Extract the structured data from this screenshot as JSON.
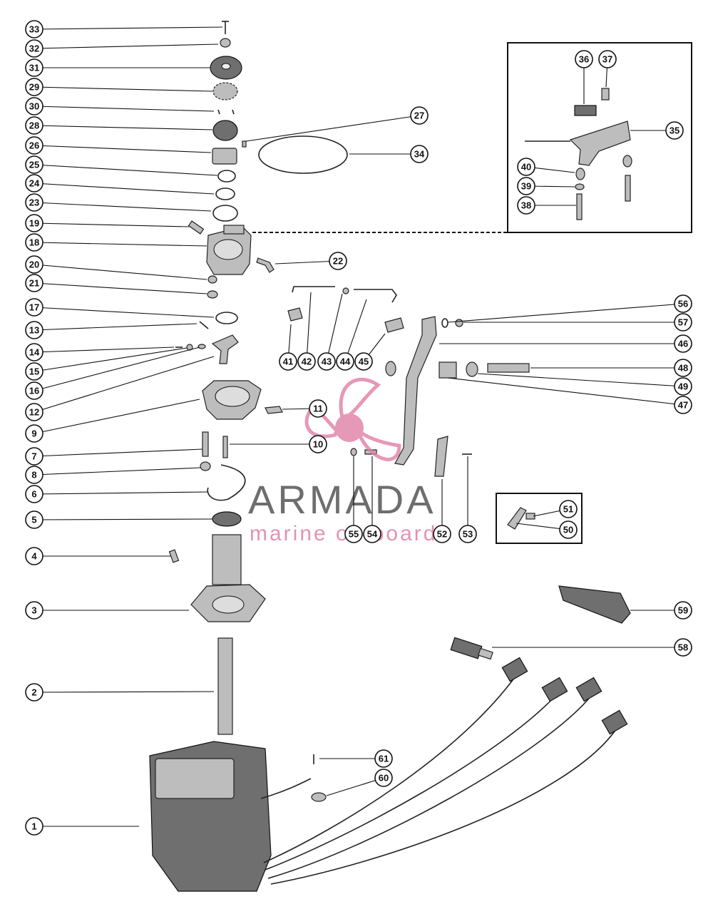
{
  "watermark": {
    "title": "ARMADA",
    "subtitle": "marine outboards",
    "accent_color": "#e07fa6",
    "text_color": "#555555",
    "icon": "propeller-logo-icon"
  },
  "callouts": [
    "33",
    "32",
    "31",
    "29",
    "30",
    "28",
    "26",
    "25",
    "24",
    "23",
    "19",
    "18",
    "20",
    "21",
    "17",
    "13",
    "14",
    "15",
    "16",
    "12",
    "9",
    "7",
    "8",
    "6",
    "5",
    "4",
    "3",
    "2",
    "1",
    "27",
    "34",
    "22",
    "11",
    "10",
    "41",
    "42",
    "43",
    "44",
    "45",
    "56",
    "57",
    "46",
    "48",
    "49",
    "47",
    "55",
    "54",
    "52",
    "53",
    "51",
    "50",
    "36",
    "37",
    "35",
    "40",
    "39",
    "38",
    "59",
    "58",
    "61",
    "60"
  ]
}
